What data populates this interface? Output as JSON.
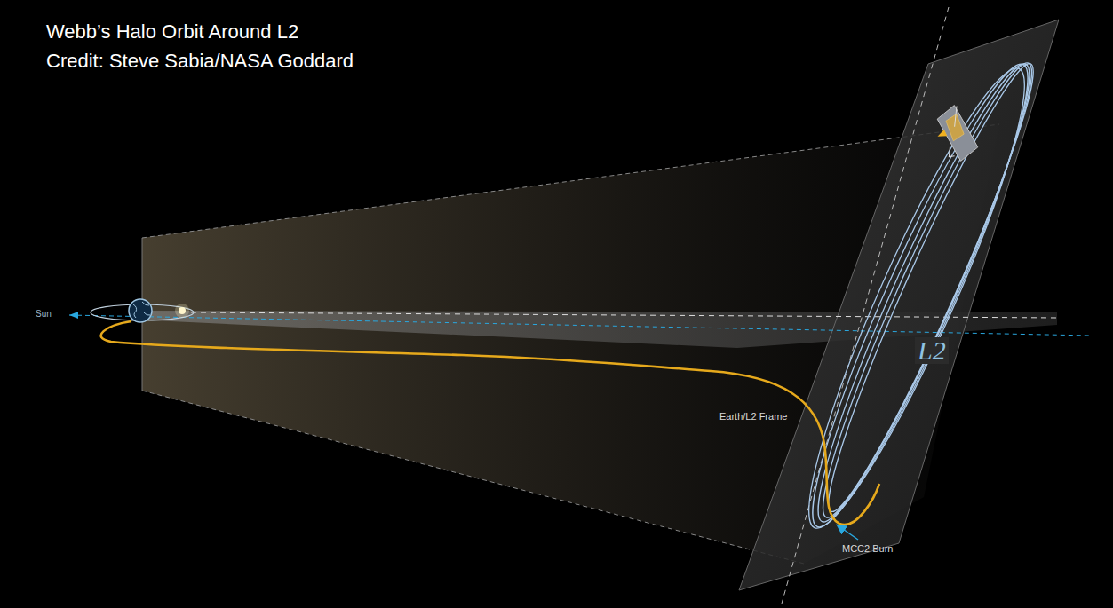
{
  "diagram": {
    "title": "Webb’s Halo Orbit Around L2",
    "labels": [
      "Credit: Steve Sabia/NASA Goddard",
      "Sun",
      "L2",
      "Earth/L2 Frame",
      "MCC2 Burn"
    ]
  }
}
